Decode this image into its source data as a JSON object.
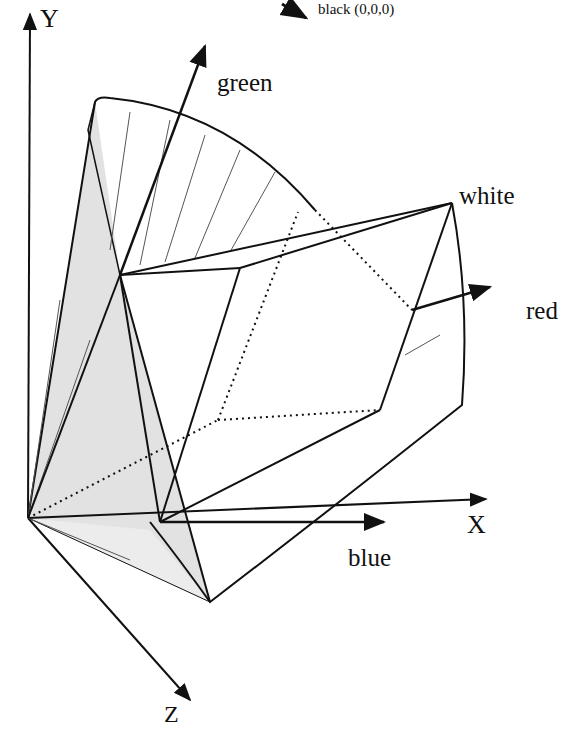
{
  "diagram": {
    "labels": [
      "black (0,0,0)",
      "Y",
      "green",
      "white",
      "red",
      "X",
      "blue",
      "Z"
    ]
  }
}
